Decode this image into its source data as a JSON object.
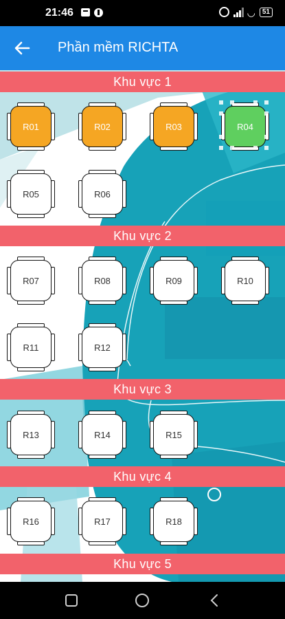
{
  "status": {
    "time": "21:46",
    "battery": "51"
  },
  "app_bar": {
    "title": "Phần mềm RICHTA"
  },
  "zones": [
    {
      "label": "Khu vực 1"
    },
    {
      "label": "Khu vực 2"
    },
    {
      "label": "Khu vực 3"
    },
    {
      "label": "Khu vực 4"
    },
    {
      "label": "Khu vực 5"
    }
  ],
  "tables": [
    {
      "label": "R01",
      "state": "busy"
    },
    {
      "label": "R02",
      "state": "busy"
    },
    {
      "label": "R03",
      "state": "busy"
    },
    {
      "label": "R04",
      "state": "active"
    },
    {
      "label": "R05",
      "state": "free"
    },
    {
      "label": "R06",
      "state": "free"
    },
    {
      "label": "R07",
      "state": "free"
    },
    {
      "label": "R08",
      "state": "free"
    },
    {
      "label": "R09",
      "state": "free"
    },
    {
      "label": "R10",
      "state": "free"
    },
    {
      "label": "R11",
      "state": "free"
    },
    {
      "label": "R12",
      "state": "free"
    },
    {
      "label": "R13",
      "state": "free"
    },
    {
      "label": "R14",
      "state": "free"
    },
    {
      "label": "R15",
      "state": "free"
    },
    {
      "label": "R16",
      "state": "free"
    },
    {
      "label": "R17",
      "state": "free"
    },
    {
      "label": "R18",
      "state": "free"
    }
  ],
  "colors": {
    "app_bar": "#1e88e5",
    "zone_header": "#f2626b",
    "busy": "#f5a623",
    "active": "#5fcf5f",
    "map_teal": "#17a2b8"
  },
  "icons": {
    "back": "arrow-left-icon",
    "nav_recent": "square-icon",
    "nav_home": "circle-icon",
    "nav_back": "chevron-left-icon"
  }
}
